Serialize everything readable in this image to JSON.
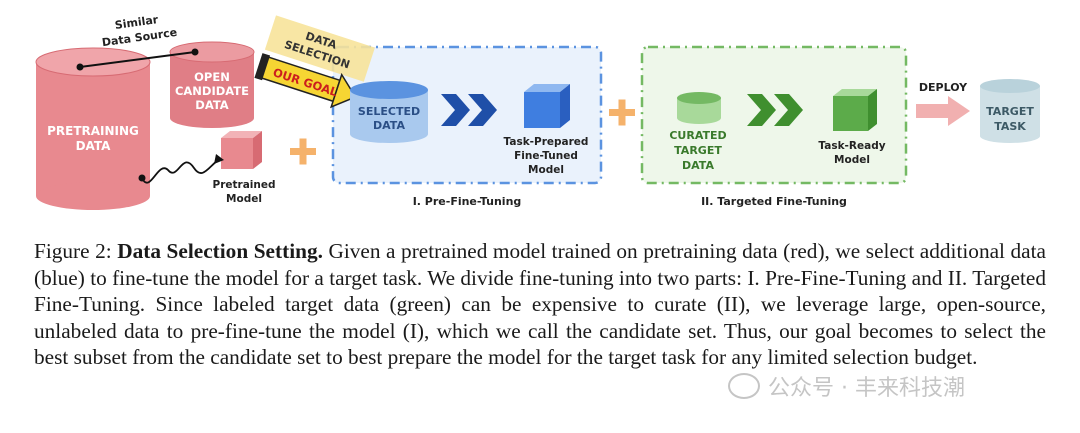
{
  "diagram": {
    "similar_label_1": "Similar",
    "similar_label_2": "Data Source",
    "pretraining_1": "PRETRAINING",
    "pretraining_2": "DATA",
    "open_1": "OPEN",
    "open_2": "CANDIDATE",
    "open_3": "DATA",
    "data_selection_1": "DATA",
    "data_selection_2": "SELECTION",
    "our_goal": "OUR GOAL",
    "selected_1": "SELECTED",
    "selected_2": "DATA",
    "task_prepared_1": "Task-Prepared",
    "task_prepared_2": "Fine-Tuned",
    "task_prepared_3": "Model",
    "pretrained_model_1": "Pretrained",
    "pretrained_model_2": "Model",
    "stage1_label": "I. Pre-Fine-Tuning",
    "curated_1": "CURATED",
    "curated_2": "TARGET",
    "curated_3": "DATA",
    "task_ready_1": "Task-Ready",
    "task_ready_2": "Model",
    "stage2_label": "II. Targeted Fine-Tuning",
    "deploy": "DEPLOY",
    "target_task_1": "TARGET",
    "target_task_2": "TASK",
    "colors": {
      "red": "#e8898f",
      "red_dark": "#d76b73",
      "blue": "#5b93e0",
      "blue_light": "#a9c9ee",
      "green": "#74b963",
      "green_dark": "#3f8f2f",
      "orange": "#f5b26b",
      "teal_gray": "#cfe0e6",
      "yellow": "#f7e39a"
    }
  },
  "caption": {
    "prefix": "Figure 2: ",
    "bold_title": "Data Selection Setting.",
    "body": " Given a pretrained model trained on pretraining data (red), we select additional data (blue) to fine-tune the model for a target task. We divide fine-tuning into two parts: I. Pre-Fine-Tuning and II. Targeted Fine-Tuning. Since labeled target data (green) can be expensive to curate (II), we leverage large, open-source, unlabeled data to pre-fine-tune the model (I), which we call the candidate set. Thus, our goal becomes to select the best subset from the candidate set to best prepare the model for the target task for any limited selection budget."
  },
  "watermark": {
    "text": "公众号 · 丰来科技潮"
  }
}
